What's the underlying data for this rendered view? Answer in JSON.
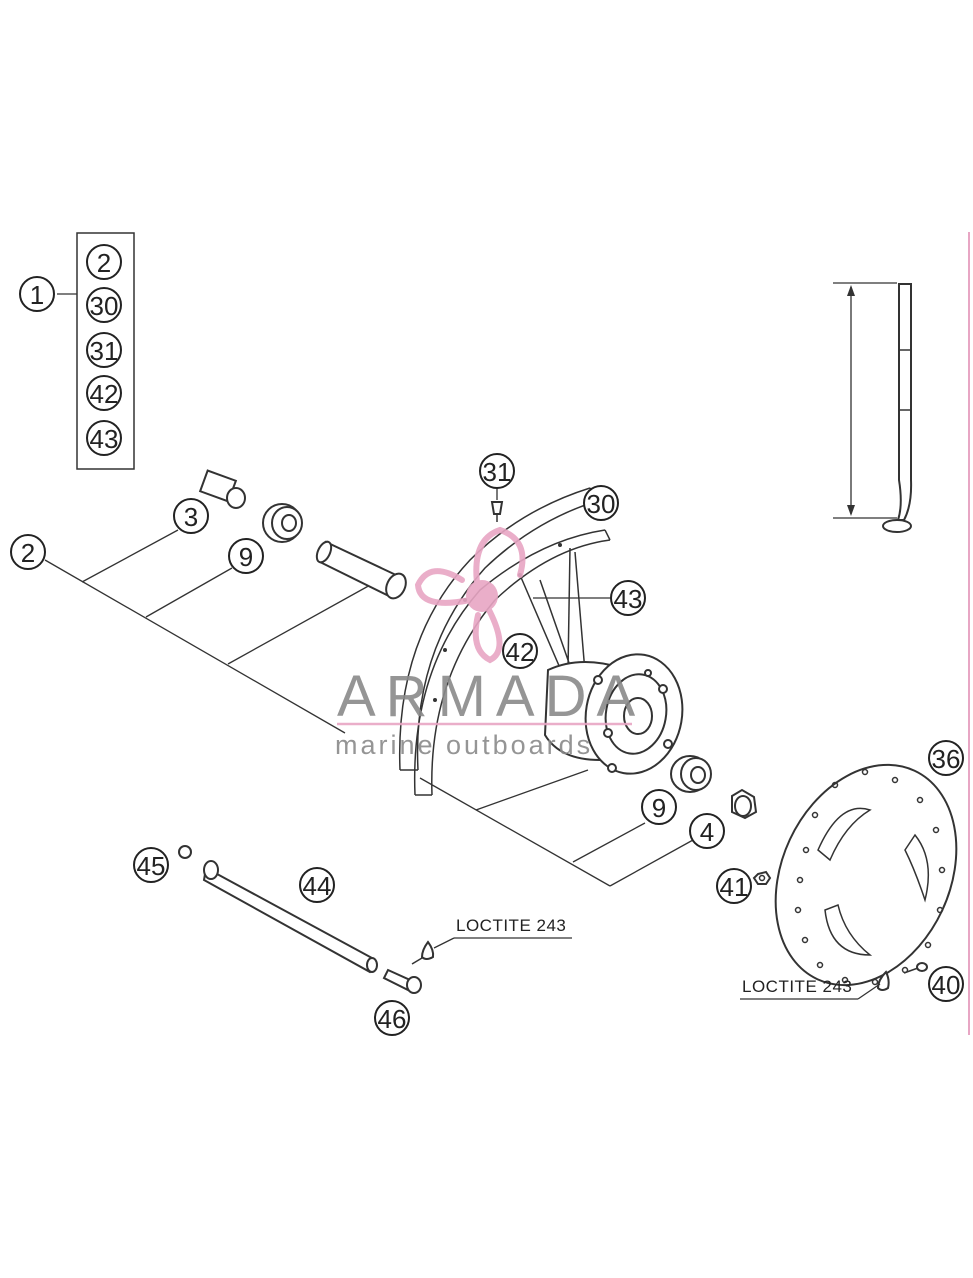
{
  "kit": {
    "main_label": "1",
    "contents": [
      "2",
      "30",
      "31",
      "42",
      "43"
    ]
  },
  "callouts": {
    "c2": "2",
    "c3": "3",
    "c9a": "9",
    "c31": "31",
    "c30": "30",
    "c43": "43",
    "c42": "42",
    "c9b": "9",
    "c4": "4",
    "c36": "36",
    "c41": "41",
    "c45": "45",
    "c44": "44",
    "c46": "46",
    "c40": "40"
  },
  "notes": {
    "loctite_axle": "LOCTITE 243",
    "loctite_disc": "LOCTITE 243"
  },
  "watermark": {
    "title": "ARMADA",
    "subtitle": "marine outboards"
  },
  "colors": {
    "line": "#333333",
    "watermark_pink": "#e8a6c4",
    "watermark_gray": "#8a8a8a",
    "edge_accent": "#e8a6c4"
  }
}
